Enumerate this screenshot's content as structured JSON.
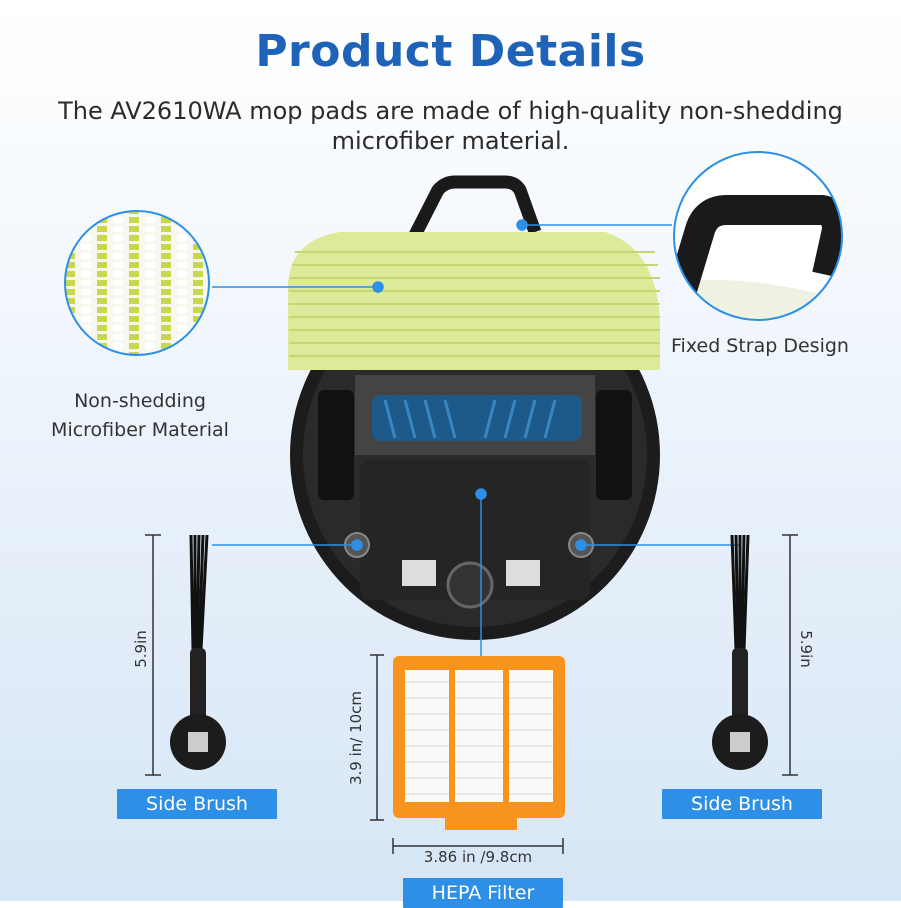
{
  "header": {
    "title": "Product Details",
    "subtitle": "The AV2610WA mop pads are made of high-quality non-shedding microfiber material."
  },
  "callouts": {
    "microfiber_label_line1": "Non-shedding",
    "microfiber_label_line2": "Microfiber Material",
    "strap_label": "Fixed Strap Design"
  },
  "parts": {
    "side_brush_left": "Side Brush",
    "side_brush_right": "Side Brush",
    "hepa_filter": "HEPA Filter"
  },
  "dimensions": {
    "brush_left_height": "5.9in",
    "brush_right_height": "5.9in",
    "filter_height": "3.9 in/ 10cm",
    "filter_width": "3.86 in /9.8cm"
  },
  "colors": {
    "accent": "#1e63b8",
    "badge": "#2d8fe6",
    "callout_line": "#2d8fe6",
    "mop_green": "#dcea9a",
    "filter_orange": "#f7941d"
  }
}
